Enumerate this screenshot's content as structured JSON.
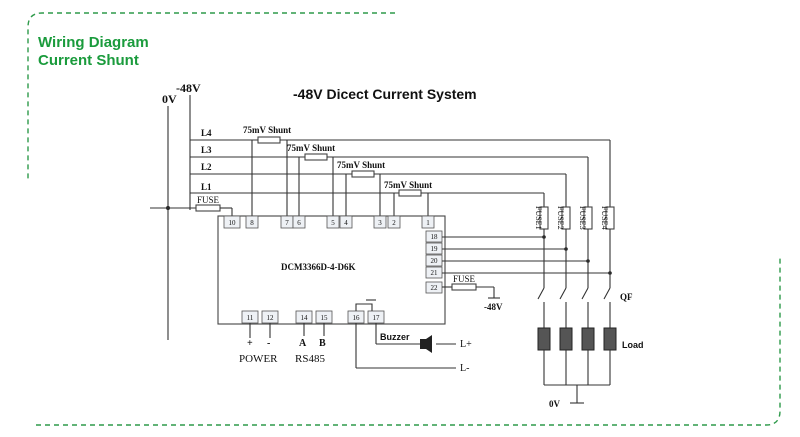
{
  "heading": {
    "line1": "Wiring Diagram",
    "line2": "Current Shunt",
    "color": "#1a9b3c"
  },
  "frame_color": "#2e9a4a",
  "diagram": {
    "title": "-48V Dicect Current System",
    "rail_0v": "0V",
    "rail_neg48": "-48V",
    "lines": [
      "L4",
      "L3",
      "L2",
      "L1"
    ],
    "shunt_label": "75mV Shunt",
    "fuse_label": "FUSE",
    "device_label": "DCM3366D-4-D6K",
    "top_terminals": [
      "10",
      "8",
      "7",
      "6",
      "5",
      "4",
      "3",
      "2",
      "1"
    ],
    "right_terminals": [
      "18",
      "19",
      "20",
      "21",
      "22"
    ],
    "bottom_terminals": [
      "11",
      "12",
      "14",
      "15",
      "16",
      "17"
    ],
    "fuse_channels": [
      "FUSE1",
      "FUSE2",
      "FUSE3",
      "FUSE4"
    ],
    "fuse22_ground": "-48V",
    "plus_sign": "+",
    "minus_sign": "-",
    "a_label": "A",
    "b_label": "B",
    "power_label": "POWER",
    "rs485_label": "RS485",
    "buzzer_label": "Buzzer",
    "l_plus": "L+",
    "l_minus": "L-",
    "qf_label": "QF",
    "load_label": "Load",
    "bottom_0v": "0V",
    "load_color": "#555555"
  }
}
